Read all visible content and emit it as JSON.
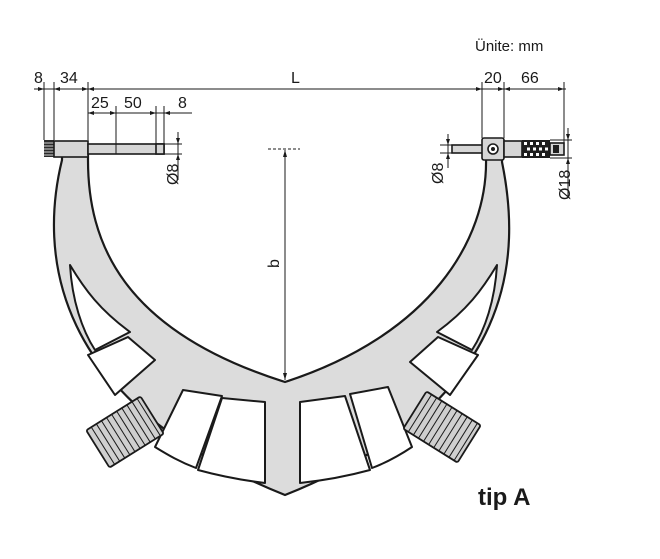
{
  "units": "Ünite: mm",
  "dimensions": {
    "top_left_1": "8",
    "top_left_2": "34",
    "length": "L",
    "top_right_1": "20",
    "top_right_2": "66",
    "anvil_1": "25",
    "anvil_2": "50",
    "anvil_3": "8",
    "anvil_diameter": "Ø8",
    "spindle_diameter": "Ø8",
    "thimble_diameter": "Ø18",
    "depth": "b"
  },
  "type_label": "tip A"
}
